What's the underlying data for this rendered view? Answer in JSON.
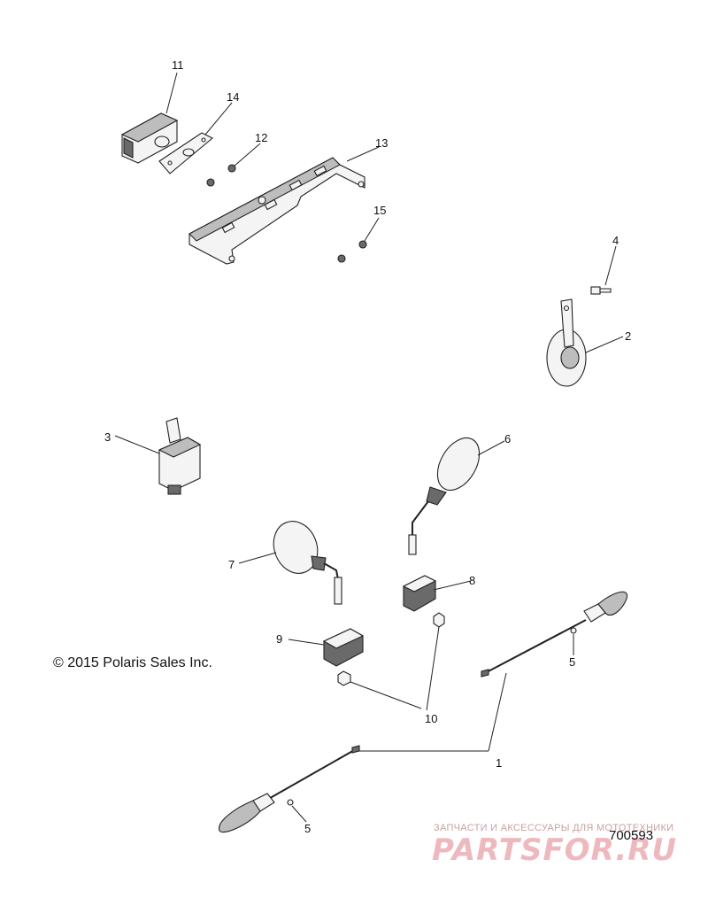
{
  "diagram": {
    "callouts": [
      {
        "id": "1",
        "label": "1"
      },
      {
        "id": "2",
        "label": "2"
      },
      {
        "id": "3",
        "label": "3"
      },
      {
        "id": "4",
        "label": "4"
      },
      {
        "id": "5a",
        "label": "5"
      },
      {
        "id": "5b",
        "label": "5"
      },
      {
        "id": "6",
        "label": "6"
      },
      {
        "id": "7",
        "label": "7"
      },
      {
        "id": "8",
        "label": "8"
      },
      {
        "id": "9",
        "label": "9"
      },
      {
        "id": "10",
        "label": "10"
      },
      {
        "id": "11",
        "label": "11"
      },
      {
        "id": "12",
        "label": "12"
      },
      {
        "id": "13",
        "label": "13"
      },
      {
        "id": "14",
        "label": "14"
      },
      {
        "id": "15",
        "label": "15"
      }
    ],
    "copyright": "© 2015 Polaris Sales Inc.",
    "figure_number": "700593",
    "watermark_tagline": "ЗАПЧАСТИ И АКСЕССУАРЫ ДЛЯ МОТОТЕХНИКИ",
    "watermark_logo": "PARTSFOR.RU",
    "colors": {
      "line": "#222222",
      "watermark": "#d6646e"
    }
  }
}
